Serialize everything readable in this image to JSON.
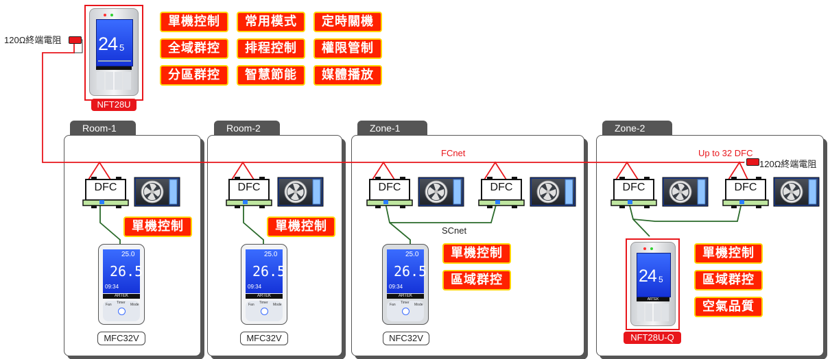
{
  "top_device": {
    "model": "NFT28U",
    "temp_main": "24",
    "temp_dec": "5"
  },
  "terminator": "120Ω終端電阻",
  "features_top": [
    "單機控制",
    "常用模式",
    "定時關機",
    "全域群控",
    "排程控制",
    "權限管制",
    "分區群控",
    "智慧節能",
    "媒體播放"
  ],
  "bus_labels": {
    "fcnet": "FCnet",
    "scnet": "SCnet",
    "up_to": "Up to 32 DFC"
  },
  "dfc_label": "DFC",
  "rooms": [
    {
      "tab": "Room-1",
      "model": "MFC32V",
      "features": [
        "單機控制"
      ]
    },
    {
      "tab": "Room-2",
      "model": "MFC32V",
      "features": [
        "單機控制"
      ]
    },
    {
      "tab": "Zone-1",
      "model": "NFC32V",
      "features": [
        "單機控制",
        "區域群控"
      ]
    },
    {
      "tab": "Zone-2",
      "model": "NFT28U-Q",
      "features": [
        "單機控制",
        "區域群控",
        "空氣品質"
      ]
    }
  ],
  "remote_screen": {
    "set": "25.0",
    "room": "26.5",
    "time": "09:34",
    "brand": "ARTEK",
    "btn_fan": "Fan",
    "btn_timer": "Timer",
    "btn_mode": "Mode"
  },
  "wall_screen": {
    "brand": "ARTEK"
  },
  "colors": {
    "feature_bg": "#ff2200",
    "feature_border": "#ffd400",
    "red_line": "#e8161b",
    "green_line": "#2a6a2a",
    "screen_blue": "#1f4bff"
  }
}
